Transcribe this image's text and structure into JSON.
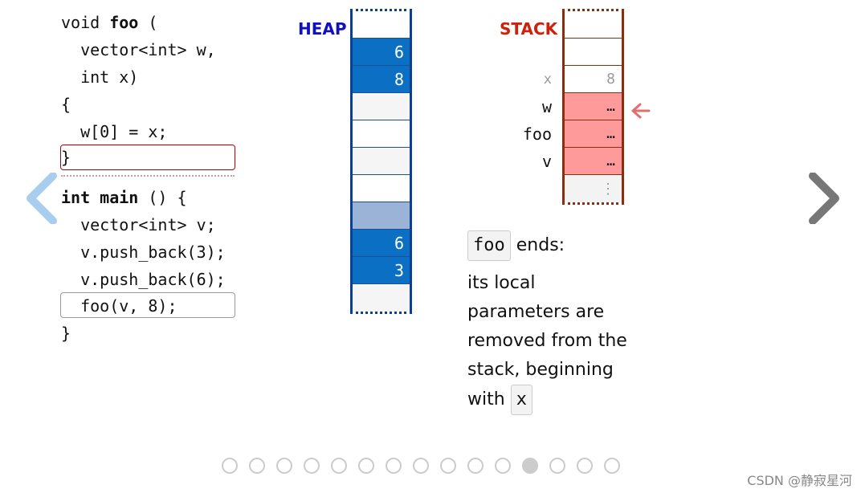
{
  "code": {
    "lines": [
      {
        "pre": "void ",
        "kw": "foo",
        "post": " ("
      },
      {
        "pre": "  vector<int> w,",
        "kw": "",
        "post": ""
      },
      {
        "pre": "  int x)",
        "kw": "",
        "post": ""
      },
      {
        "pre": "{",
        "kw": "",
        "post": ""
      },
      {
        "pre": "  w[0] = x;",
        "kw": "",
        "post": ""
      },
      {
        "pre": "}",
        "kw": "",
        "post": ""
      },
      {
        "pre": "",
        "kw": "int main",
        "post": " () {"
      },
      {
        "pre": "  vector<int> v;",
        "kw": "",
        "post": ""
      },
      {
        "pre": "  v.push_back(3);",
        "kw": "",
        "post": ""
      },
      {
        "pre": "  v.push_back(6);",
        "kw": "",
        "post": ""
      },
      {
        "pre": "  foo(v, 8);",
        "kw": "",
        "post": ""
      },
      {
        "pre": "}",
        "kw": "",
        "post": ""
      }
    ]
  },
  "heap": {
    "title": "HEAP",
    "cells": [
      {
        "value": "",
        "state": "empty"
      },
      {
        "value": "6",
        "state": "filled"
      },
      {
        "value": "8",
        "state": "filled"
      },
      {
        "value": "",
        "state": "gray"
      },
      {
        "value": "",
        "state": "empty"
      },
      {
        "value": "",
        "state": "gray"
      },
      {
        "value": "",
        "state": "empty"
      },
      {
        "value": "",
        "state": "pale"
      },
      {
        "value": "6",
        "state": "filled"
      },
      {
        "value": "3",
        "state": "filled"
      },
      {
        "value": "",
        "state": "gray"
      }
    ]
  },
  "stack": {
    "title": "STACK",
    "cells": [
      {
        "label": "",
        "value": "",
        "state": "white"
      },
      {
        "label": "",
        "value": "",
        "state": "white"
      },
      {
        "label": "x",
        "value": "8",
        "state": "white-faded"
      },
      {
        "label": "w",
        "value": "…",
        "state": "pink"
      },
      {
        "label": "foo",
        "value": "…",
        "state": "pink"
      },
      {
        "label": "v",
        "value": "…",
        "state": "pink"
      },
      {
        "label": "",
        "value": "⋮",
        "state": "gray"
      }
    ],
    "pointer_color": "#e07070"
  },
  "explanation": {
    "chip1": "foo",
    "heading_rest": "ends:",
    "lines": [
      "its local",
      "parameters are",
      "removed from the",
      "stack, beginning"
    ],
    "last_prefix": "with",
    "chip2": "x"
  },
  "pagination": {
    "count": 15,
    "active_index": 11
  },
  "watermark": "CSDN @静寂星河",
  "colors": {
    "heap_fill": "#0b6fc4",
    "stack_pink": "#ff9a9a",
    "heap_title": "#1010c0",
    "stack_title": "#d0200a"
  }
}
